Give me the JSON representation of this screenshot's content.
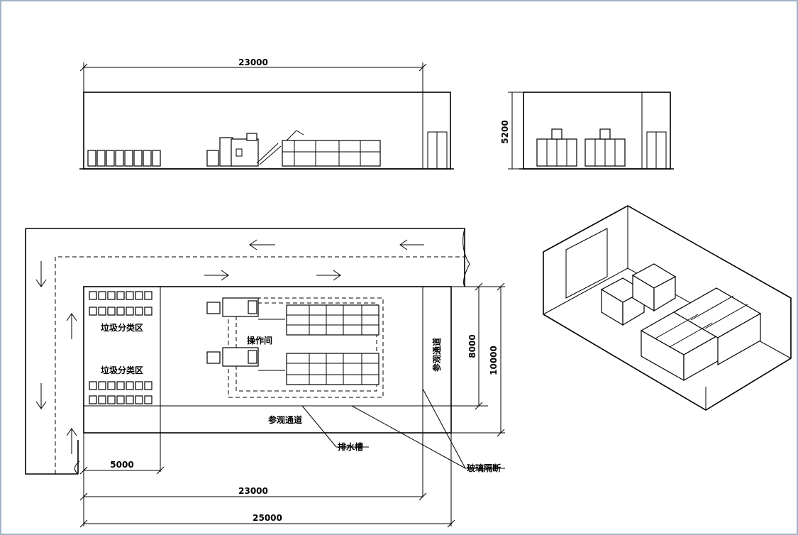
{
  "side_elevation": {
    "length_dim": "23000"
  },
  "end_elevation": {
    "height_dim": "5200"
  },
  "plan": {
    "sorting_area_1": "垃圾分类区",
    "sorting_area_2": "垃圾分类区",
    "operation_room": "操作间",
    "visit_corridor_vertical": "参观通道",
    "visit_corridor_horizontal": "参观通道",
    "drain_label": "排水槽",
    "glass_label": "玻璃隔断",
    "dim_sorting_width": "5000",
    "dim_inner_length": "23000",
    "dim_outer_length": "25000",
    "dim_inner_width": "8000",
    "dim_outer_width": "10000"
  }
}
